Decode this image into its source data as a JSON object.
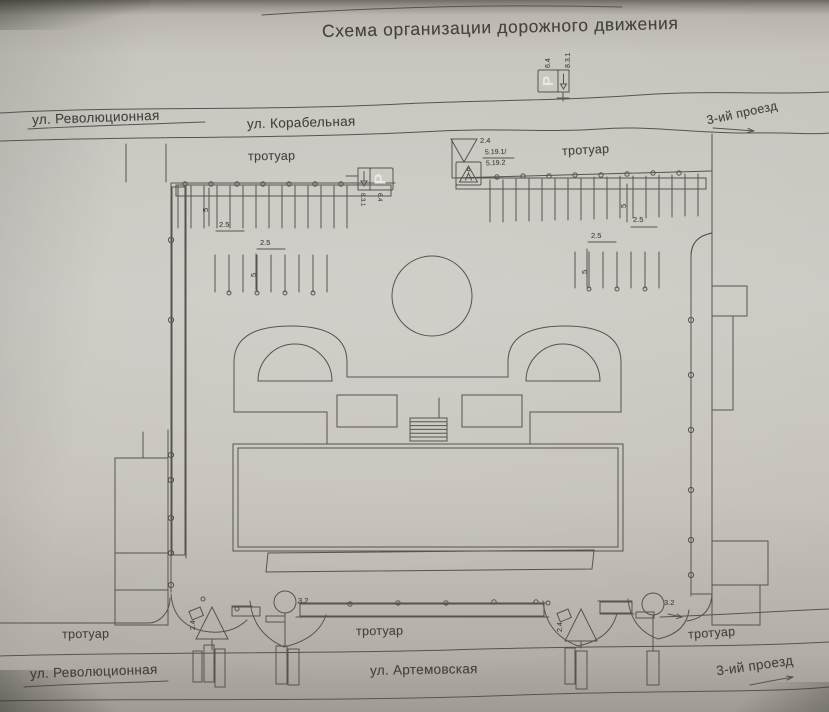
{
  "title": "Схема организации дорожного движения",
  "streets": {
    "top_left": "ул. Революционная",
    "top_center": "ул. Корабельная",
    "top_right": "3-ий проезд",
    "bottom_left": "ул. Революционная",
    "bottom_center": "ул. Артемовская",
    "bottom_right": "3-ий проезд"
  },
  "labels": {
    "sidewalk": "тротуар"
  },
  "signs": {
    "parking_letter": "P",
    "parking_code": "6.4",
    "parking_plate_code": "8.3.1",
    "give_way_code": "2.4",
    "crossing_code_top": "5.19.1/",
    "crossing_code_bottom": "5.19.2",
    "no_entry_code": "3.2"
  },
  "dimensions": {
    "stall_width": "2.5",
    "stall_depth": "5"
  },
  "colors": {
    "paper": "#cdcac4",
    "ink": "#565450",
    "sign_dark": "#3e4144",
    "text": "#44423f"
  }
}
